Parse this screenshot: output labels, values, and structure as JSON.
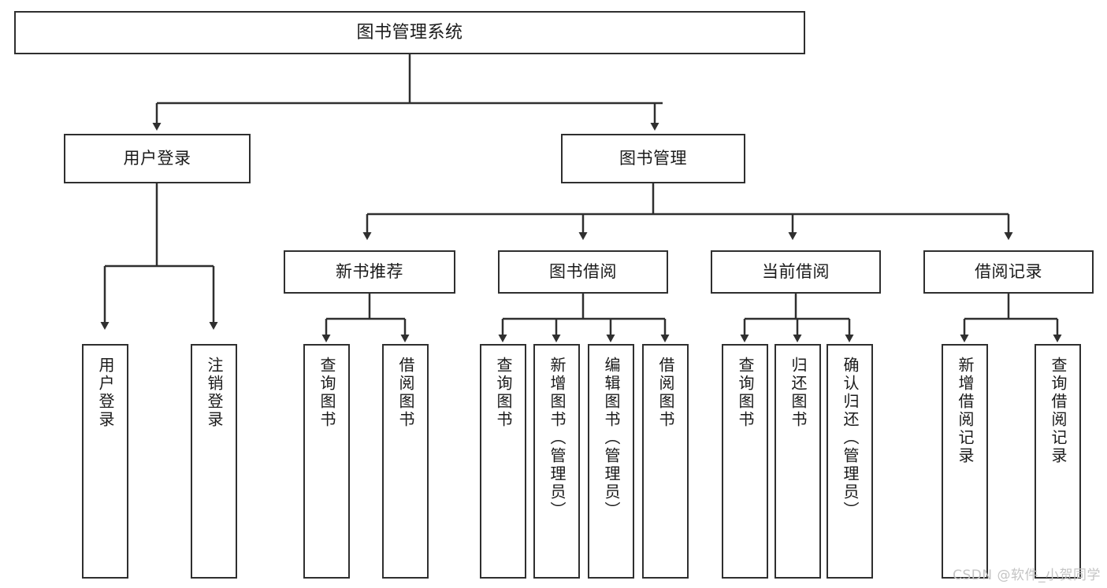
{
  "diagram": {
    "type": "tree-hierarchy",
    "title": "图书管理系统",
    "watermark": "CSDN @软件_小贺同学",
    "colors": {
      "stroke": "#2f2f2f",
      "fill": "#ffffff",
      "text": "#1a1a1a",
      "watermark": "#c4c4c4"
    },
    "nodes": {
      "root": {
        "label": "图书管理系统"
      },
      "level1": [
        {
          "label": "用户登录"
        },
        {
          "label": "图书管理"
        }
      ],
      "level2": [
        {
          "label": "新书推荐"
        },
        {
          "label": "图书借阅"
        },
        {
          "label": "当前借阅"
        },
        {
          "label": "借阅记录"
        }
      ],
      "leaves": {
        "user_login": [
          {
            "label": "用户登录"
          },
          {
            "label": "注销登录"
          }
        ],
        "new_book_recommend": [
          {
            "label": "查询图书"
          },
          {
            "label": "借阅图书"
          }
        ],
        "book_borrow": [
          {
            "label": "查询图书"
          },
          {
            "label": "新增图书（管理员）"
          },
          {
            "label": "编辑图书（管理员）"
          },
          {
            "label": "借阅图书"
          }
        ],
        "current_borrow": [
          {
            "label": "查询图书"
          },
          {
            "label": "归还图书"
          },
          {
            "label": "确认归还（管理员）"
          }
        ],
        "borrow_record": [
          {
            "label": "新增借阅记录"
          },
          {
            "label": "查询借阅记录"
          }
        ]
      }
    }
  }
}
